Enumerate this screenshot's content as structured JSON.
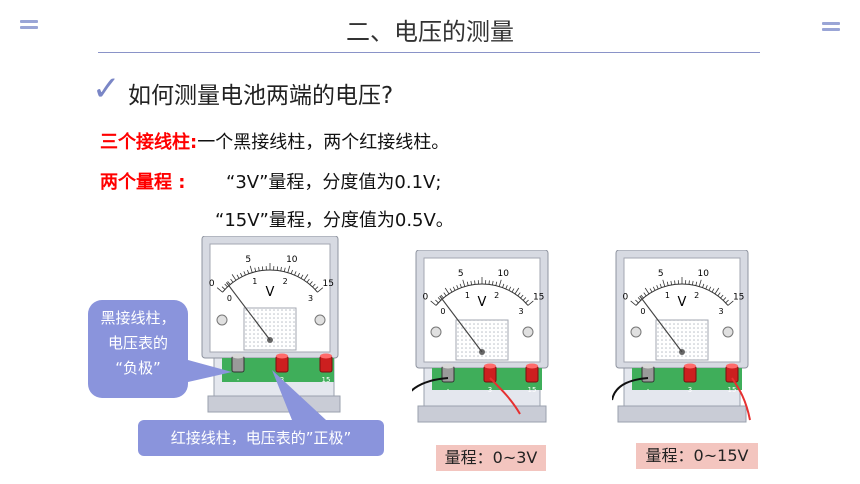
{
  "slide": {
    "title": "二、电压的测量",
    "question": "如何测量电池两端的电压?",
    "three_terminals_label": "三个接线柱:",
    "three_terminals_text": "一个黑接线柱，两个红接线柱。",
    "two_ranges_label": "两个量程 :",
    "range_3v_text": "“3V”量程，分度值为0.1V;",
    "range_15v_text": "“15V”量程，分度值为0.5V。"
  },
  "meters": {
    "unit_symbol": "V",
    "outer_scale": [
      "0",
      "5",
      "10",
      "15"
    ],
    "inner_scale": [
      "0",
      "1",
      "2",
      "3"
    ],
    "terminal_labels": [
      "-",
      "3",
      "15"
    ],
    "readings": [
      {
        "scale_max": 15,
        "value": 1.3
      },
      {
        "scale_max": 15,
        "value": 1.3
      },
      {
        "scale_max": 15,
        "value": 1.3
      }
    ]
  },
  "callouts": {
    "black_terminal": [
      "黑接线柱，",
      "电压表的",
      "“负极”"
    ],
    "red_terminal": "红接线柱，电压表的”正极”"
  },
  "ranges": {
    "range_3v": "量程：0~3V",
    "range_15v": "量程：0~15V"
  },
  "colors": {
    "accent": "#8a94dc",
    "highlight_red": "#ff0000",
    "range_box": "#f3c5bf",
    "terminal_strip": "#3fae5a"
  }
}
